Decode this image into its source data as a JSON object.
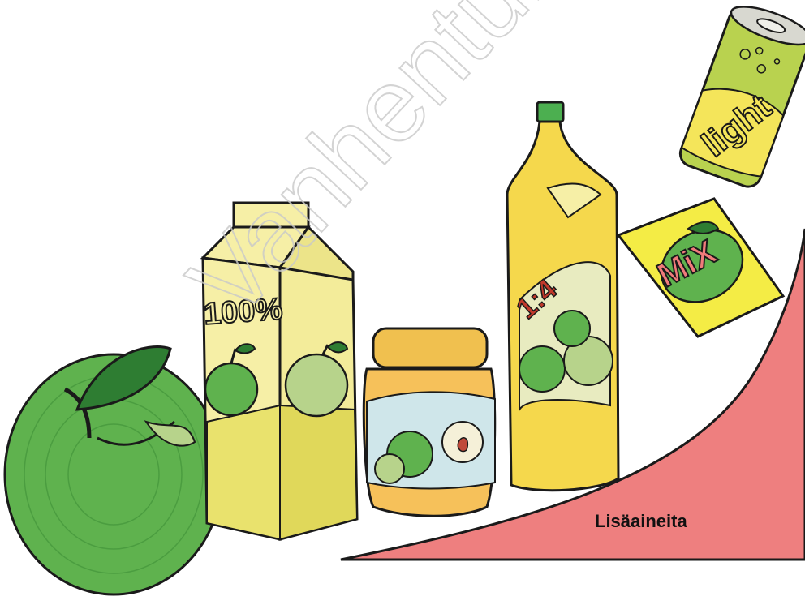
{
  "watermark": {
    "text": "Vanhentunut"
  },
  "labels": {
    "additives": "Lisäaineita",
    "carton": "100%",
    "bottle": "1:4",
    "packet": "MiX",
    "can": "light"
  },
  "colors": {
    "background": "#ffffff",
    "outline": "#1a1a1a",
    "apple_green": "#5fb24e",
    "apple_light": "#b7d38b",
    "leaf_dark": "#2e7d32",
    "carton_yellow": "#f6efa6",
    "juice_yellow": "#e9e26d",
    "jar_orange": "#f6c15a",
    "jar_label_blue": "#cfe6ea",
    "bottle_yellow": "#f5d84c",
    "bottle_cap_green": "#4caf50",
    "packet_yellow": "#f4ec45",
    "can_green": "#b9d24f",
    "can_yellow": "#f4e55a",
    "mix_red": "#f07b7b",
    "wedge_red": "#ee7f7f"
  },
  "icons": [
    "apple-icon",
    "juice-carton-icon",
    "baby-food-jar-icon",
    "juice-bottle-icon",
    "drink-powder-packet-icon",
    "soda-can-icon"
  ]
}
